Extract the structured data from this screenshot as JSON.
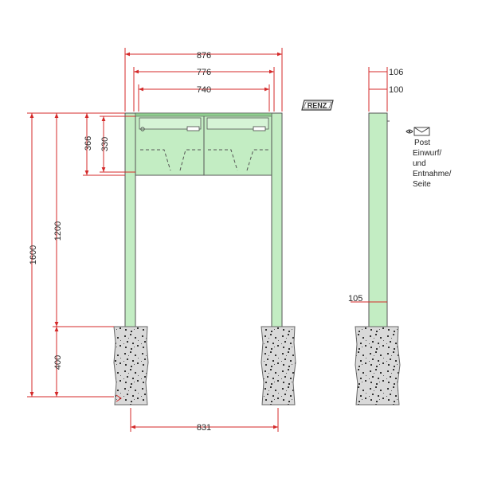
{
  "colors": {
    "green_fill": "#c3edc3",
    "green_dark": "#8fcf8f",
    "dimension_line": "#d42a2a",
    "stone_fill": "#d9d9d9",
    "stone_speckle": "#333333"
  },
  "brand": {
    "logo_text": "RENZ"
  },
  "dimensions": {
    "width_overall": "876",
    "width_mid": "776",
    "width_inner": "740",
    "height_box_outer": "366",
    "height_box_inner": "330",
    "height_total": "1600",
    "height_upper": "1200",
    "height_base": "400",
    "base_spacing": "831",
    "side_depth_outer": "106",
    "side_depth_inner": "100",
    "side_post": "105"
  },
  "side_label": {
    "icon": "eye-letter-icon",
    "lines": [
      "Post",
      "Einwurf/",
      "und",
      "Entnahme/",
      "Seite"
    ]
  }
}
